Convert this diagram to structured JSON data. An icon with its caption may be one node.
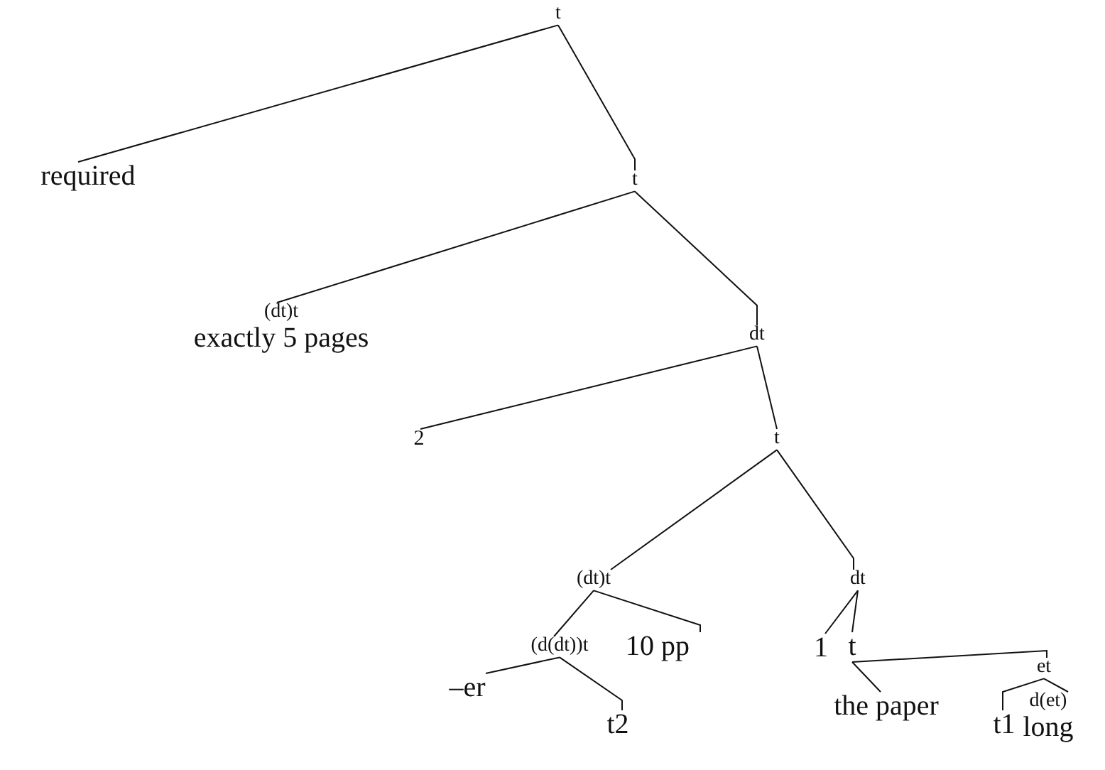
{
  "diagram": {
    "nodes": [
      {
        "text": [
          "t"
        ]
      },
      {
        "text": [
          "required"
        ]
      },
      {
        "text": [
          "t"
        ]
      },
      {
        "text": [
          "(dt)t",
          "exactly 5 pages"
        ]
      },
      {
        "text": [
          "dt"
        ]
      },
      {
        "text": [
          "2"
        ]
      },
      {
        "text": [
          "t"
        ]
      },
      {
        "text": [
          "(dt)t"
        ]
      },
      {
        "text": [
          "dt"
        ]
      },
      {
        "text": [
          "(d(dt))t"
        ]
      },
      {
        "text": [
          "10 pp"
        ]
      },
      {
        "text": [
          "1"
        ]
      },
      {
        "text": [
          "t"
        ]
      },
      {
        "text": [
          "–er"
        ]
      },
      {
        "text": [
          "t2"
        ]
      },
      {
        "text": [
          "the paper"
        ]
      },
      {
        "text": [
          "et"
        ]
      },
      {
        "text": [
          "t1"
        ]
      },
      {
        "text": [
          "d(et)",
          "long"
        ]
      }
    ],
    "edges": [
      {
        "from": 0,
        "to": 1,
        "arrow": "none"
      },
      {
        "from": 0,
        "to": 2,
        "arrow": "none"
      },
      {
        "from": 2,
        "to": 3,
        "arrow": "none"
      },
      {
        "from": 2,
        "to": 4,
        "arrow": "none"
      },
      {
        "from": 4,
        "to": 5,
        "arrow": "none"
      },
      {
        "from": 4,
        "to": 6,
        "arrow": "none"
      },
      {
        "from": 6,
        "to": 7,
        "arrow": "none"
      },
      {
        "from": 6,
        "to": 8,
        "arrow": "none"
      },
      {
        "from": 7,
        "to": 9,
        "arrow": "none"
      },
      {
        "from": 7,
        "to": 10,
        "arrow": "none"
      },
      {
        "from": 8,
        "to": 11,
        "arrow": "none"
      },
      {
        "from": 8,
        "to": 12,
        "arrow": "none"
      },
      {
        "from": 9,
        "to": 13,
        "arrow": "none"
      },
      {
        "from": 9,
        "to": 14,
        "arrow": "none"
      },
      {
        "from": 12,
        "to": 15,
        "arrow": "none"
      },
      {
        "from": 12,
        "to": 16,
        "arrow": "none"
      },
      {
        "from": 16,
        "to": 17,
        "arrow": "none"
      },
      {
        "from": 16,
        "to": 18,
        "arrow": "none"
      }
    ]
  }
}
